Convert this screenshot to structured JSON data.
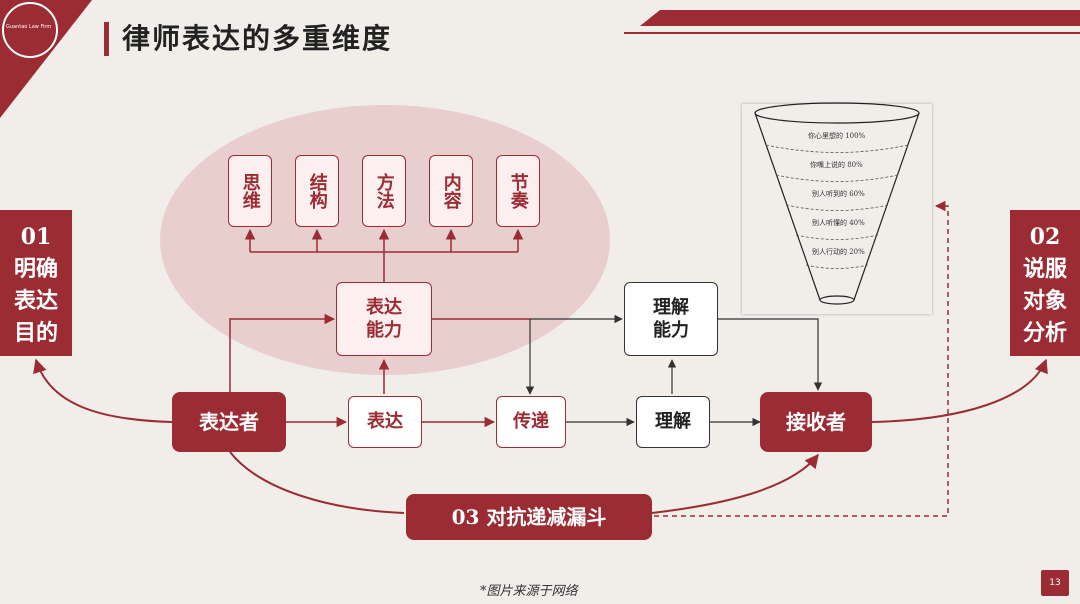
{
  "header": {
    "title": "律师表达的多重维度",
    "logo_text": "Guantao Law Firm"
  },
  "dimensions": [
    "思维",
    "结构",
    "方法",
    "内容",
    "节奏"
  ],
  "nodes": {
    "expression_ability": "表达能力",
    "understanding_ability": "理解能力",
    "speaker": "表达者",
    "express": "表达",
    "transmit": "传递",
    "understand": "理解",
    "receiver": "接收者",
    "funnel_label": "03 对抗递减漏斗"
  },
  "side_left": {
    "number": "01",
    "text": "明确表达目的"
  },
  "side_right": {
    "number": "02",
    "text": "说服对象分析"
  },
  "funnel_levels": [
    "你心里想的 100%",
    "你嘴上说的 80%",
    "别人听到的 60%",
    "别人听懂的 40%",
    "别人行动的 20%"
  ],
  "footer": {
    "source_note": "*图片来源于网络",
    "page_number": "13"
  },
  "colors": {
    "accent": "#9b2c33",
    "ellipse": "#e8c8c9",
    "background": "#f1eeea"
  }
}
